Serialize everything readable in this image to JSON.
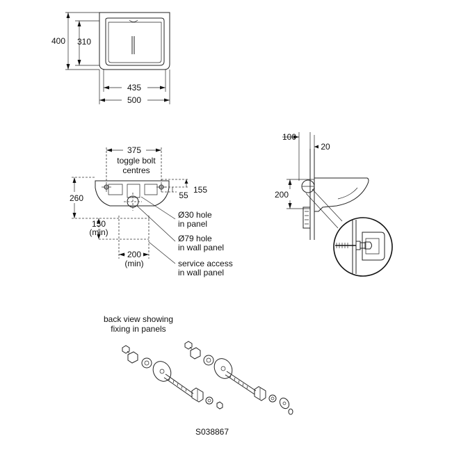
{
  "top_view": {
    "height_outer": "400",
    "height_inner": "310",
    "width_inner": "435",
    "width_outer": "500"
  },
  "front_view": {
    "bolt_spacing": "375",
    "bolt_caption_line1": "toggle bolt",
    "bolt_caption_line2": "centres",
    "height_total": "260",
    "dim_155": "155",
    "dim_55": "55",
    "access_vertical": "150",
    "access_vertical_note": "(min)",
    "access_horizontal": "200",
    "access_horizontal_note": "(min)",
    "hole_30_line1": "Ø30 hole",
    "hole_30_line2": "in panel",
    "hole_79_line1": "Ø79 hole",
    "hole_79_line2": "in wall panel",
    "service_line1": "service access",
    "service_line2": "in wall panel"
  },
  "side_view": {
    "dim_100": "100",
    "dim_20": "20",
    "dim_200": "200"
  },
  "fixings": {
    "caption_line1": "back view showing",
    "caption_line2": "fixing in panels"
  },
  "reference_code": "S038867"
}
